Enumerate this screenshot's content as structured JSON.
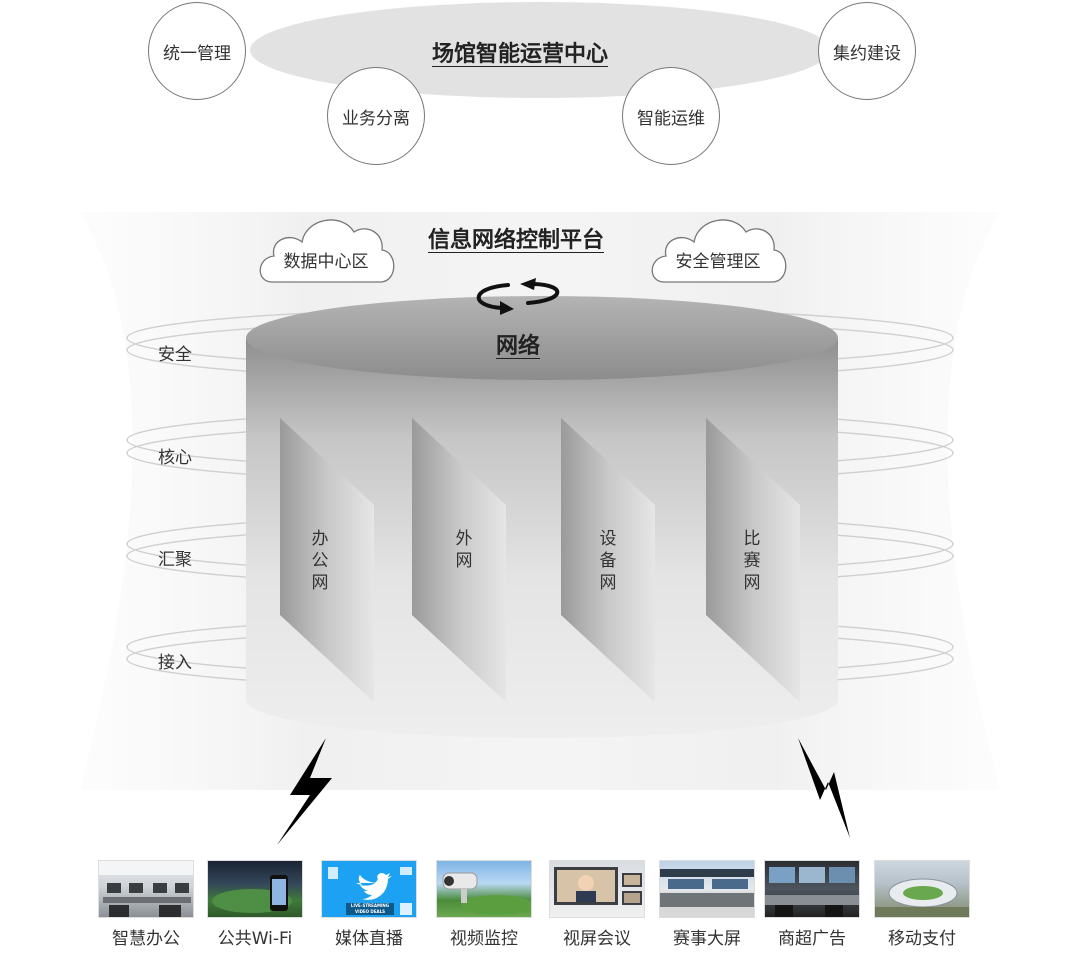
{
  "ops_center": {
    "title": "场馆智能运营中心",
    "features": [
      "统一管理",
      "业务分离",
      "智能运维",
      "集约建设"
    ]
  },
  "platform": {
    "title": "信息网络控制平台",
    "clouds": [
      "数据中心区",
      "安全管理区"
    ],
    "network_label": "网络"
  },
  "layers": [
    "安全",
    "核心",
    "汇聚",
    "接入"
  ],
  "networks": [
    "办公网",
    "外网",
    "设备网",
    "比赛网"
  ],
  "applications": [
    {
      "label": "智慧办公",
      "icon": "office-photo"
    },
    {
      "label": "公共Wi-Fi",
      "icon": "stadium-phone-photo"
    },
    {
      "label": "媒体直播",
      "icon": "twitter-live-streaming-photo",
      "overlay_text": "LIVE-STREAMING VIDEO DEALS"
    },
    {
      "label": "视频监控",
      "icon": "cctv-camera-photo"
    },
    {
      "label": "视屏会议",
      "icon": "video-conference-photo"
    },
    {
      "label": "赛事大屏",
      "icon": "stadium-big-screen-photo"
    },
    {
      "label": "商超广告",
      "icon": "control-room-photo"
    },
    {
      "label": "移动支付",
      "icon": "stadium-aerial-photo"
    }
  ],
  "colors": {
    "twitter_blue": "#1da1f2",
    "cylinder_top": "#9a9a9a",
    "cylinder_body": "#d8d8d8",
    "outline": "#777777"
  }
}
